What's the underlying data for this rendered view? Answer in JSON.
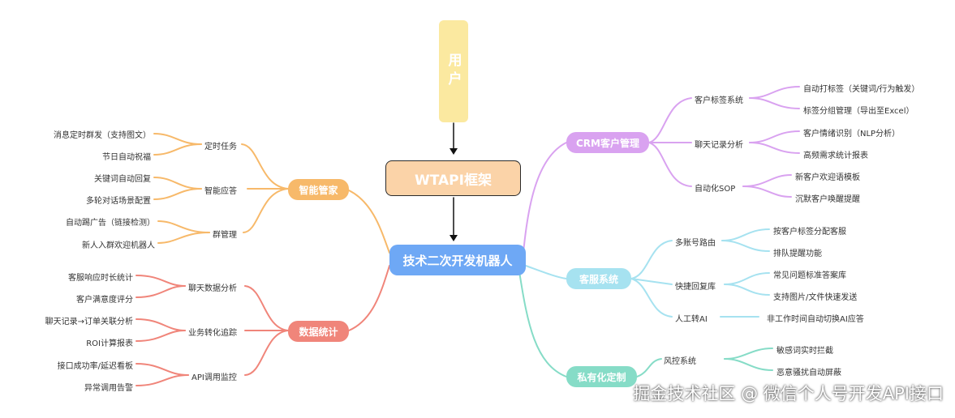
{
  "colors": {
    "orange": "#f7b96a",
    "red": "#f0857a",
    "purple": "#d9a2f0",
    "cyan": "#a6e2f0",
    "teal": "#86dcc7",
    "user": "#fbe9a0",
    "wtapi": "#fbd3a8",
    "center": "#6ea8f5"
  },
  "user": "用户",
  "wtapi": "WTAPI框架",
  "center": "技术二次开发机器人",
  "left": {
    "smart": {
      "label": "智能管家",
      "groups": [
        {
          "label": "定时任务",
          "items": [
            "消息定时群发（支持图文）",
            "节日自动祝福"
          ]
        },
        {
          "label": "智能应答",
          "items": [
            "关键词自动回复",
            "多轮对话场景配置"
          ]
        },
        {
          "label": "群管理",
          "items": [
            "自动踢广告（链接检测）",
            "新人入群欢迎机器人"
          ]
        }
      ]
    },
    "stats": {
      "label": "数据统计",
      "groups": [
        {
          "label": "聊天数据分析",
          "items": [
            "客服响应时长统计",
            "客户满意度评分"
          ]
        },
        {
          "label": "业务转化追踪",
          "items": [
            "聊天记录→订单关联分析",
            "ROI计算报表"
          ]
        },
        {
          "label": "API调用监控",
          "items": [
            "接口成功率/延迟看板",
            "异常调用告警"
          ]
        }
      ]
    }
  },
  "right": {
    "crm": {
      "label": "CRM客户管理",
      "groups": [
        {
          "label": "客户标签系统",
          "items": [
            "自动打标签（关键词/行为触发）",
            "标签分组管理（导出至Excel）"
          ]
        },
        {
          "label": "聊天记录分析",
          "items": [
            "客户情绪识别（NLP分析）",
            "高频需求统计报表"
          ]
        },
        {
          "label": "自动化SOP",
          "items": [
            "新客户欢迎语模板",
            "沉默客户唤醒提醒"
          ]
        }
      ]
    },
    "service": {
      "label": "客服系统",
      "groups": [
        {
          "label": "多账号路由",
          "items": [
            "按客户标签分配客服",
            "排队提醒功能"
          ]
        },
        {
          "label": "快捷回复库",
          "items": [
            "常见问题标准答案库",
            "支持图片/文件快速发送"
          ]
        },
        {
          "label": "人工转AI",
          "items": [
            "非工作时间自动切换AI应答"
          ]
        }
      ]
    },
    "private": {
      "label": "私有化定制",
      "groups": [
        {
          "label": "风控系统",
          "items": [
            "敏感词实时拦截",
            "恶意骚扰自动屏蔽"
          ]
        }
      ]
    }
  },
  "watermark": "掘金技术社区 @ 微信个人号开发API接口"
}
